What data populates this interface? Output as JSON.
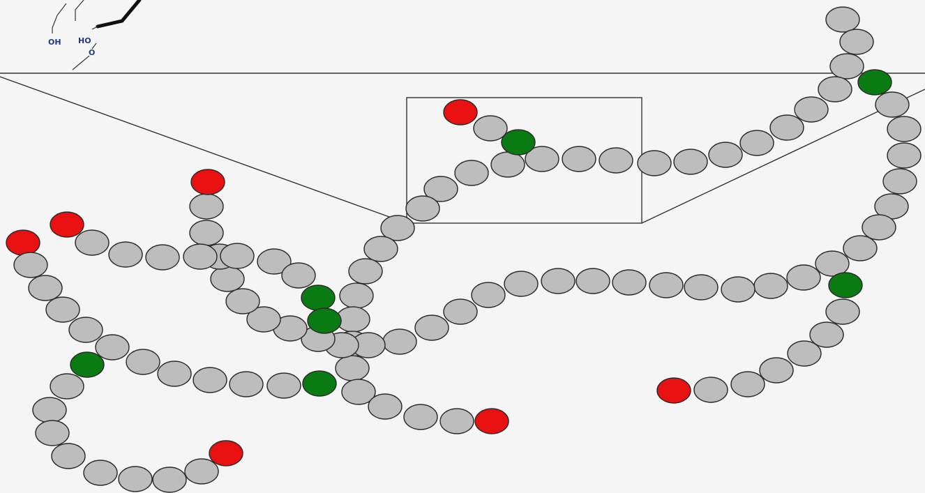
{
  "structure_labels": {
    "oh": "OH",
    "ho": "HO",
    "o": "O"
  },
  "colors": {
    "background": "#f5f5f5",
    "branch_unit": "#bdbdbd",
    "non_reducing_end": "#e81010",
    "branch_point": "#0a7a12"
  },
  "icons": {
    "branch_unit": "gray-glucose-unit-circle",
    "non_reducing_end": "red-end-unit-circle",
    "branch_point": "green-branch-point-circle"
  }
}
